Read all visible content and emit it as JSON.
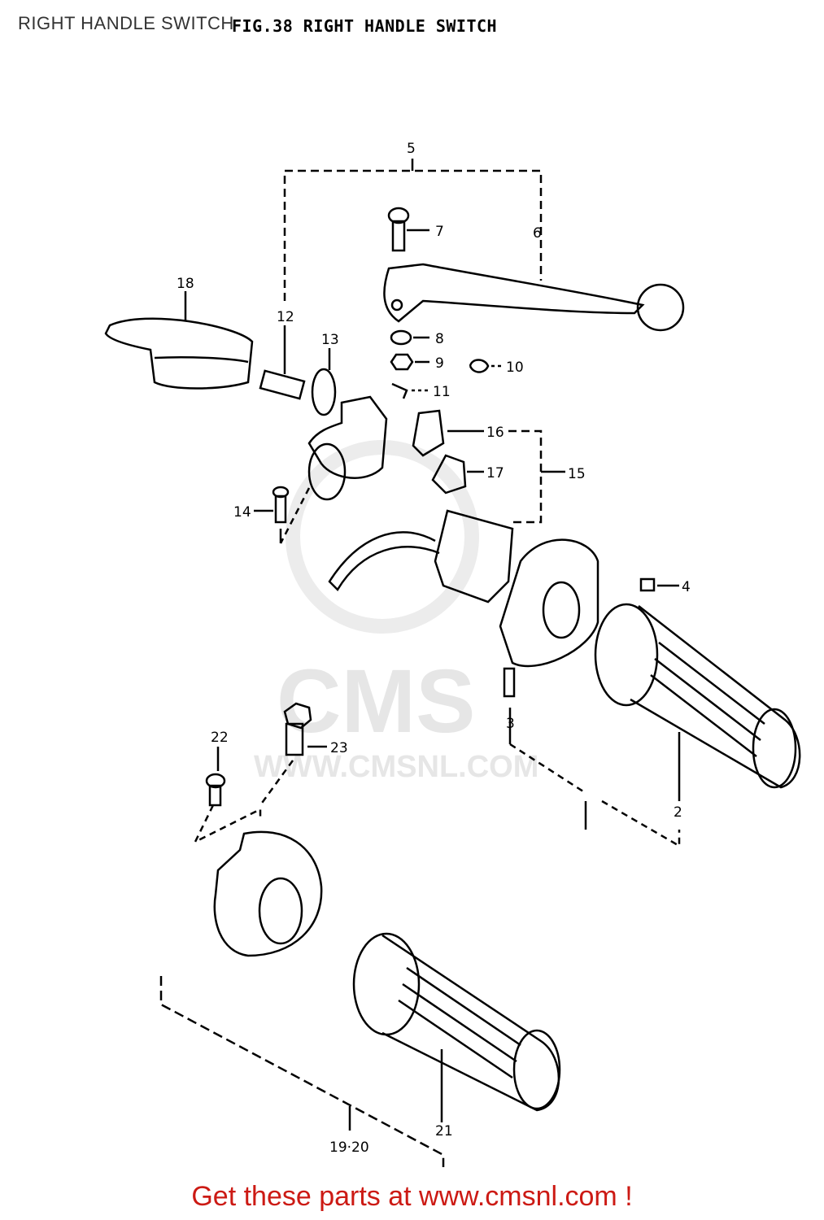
{
  "header": {
    "page_heading": "RIGHT HANDLE SWITCH",
    "figure_title": "FIG.38  RIGHT HANDLE SWITCH"
  },
  "watermark": {
    "logo_text": "CMS",
    "url_text": "WWW.CMSNL.COM"
  },
  "parts": {
    "p2": "2",
    "p3": "3",
    "p4": "4",
    "p5": "5",
    "p6": "6",
    "p7": "7",
    "p8": "8",
    "p9": "9",
    "p10": "10",
    "p11": "11",
    "p12": "12",
    "p13": "13",
    "p14": "14",
    "p15": "15",
    "p16": "16",
    "p17": "17",
    "p18": "18",
    "p19_20": "19·20",
    "p21": "21",
    "p22": "22",
    "p23": "23"
  },
  "footer": {
    "link_text": "Get these parts at www.cmsnl.com !",
    "link_color": "#cc1a14"
  }
}
